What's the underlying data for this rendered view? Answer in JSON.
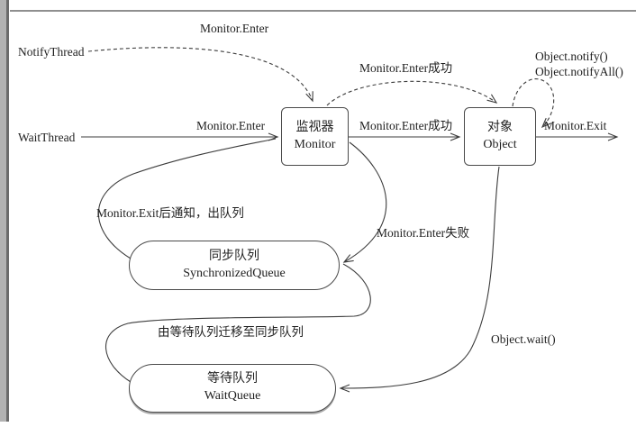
{
  "diagram": {
    "type": "state-diagram",
    "topic": "Java monitor wait/notify mechanism",
    "colors": {
      "background": "#ffffff",
      "line": "#3c3c3c",
      "node_border": "#4a4a4a",
      "frame_bar_outer": "#b2b2b2",
      "frame_bar_inner": "#6b6b6b",
      "top_rule": "#8f8f8f"
    },
    "actors": {
      "notify_thread": "NotifyThread",
      "wait_thread": "WaitThread"
    },
    "nodes": {
      "monitor": {
        "line1": "监视器",
        "line2": "Monitor"
      },
      "object": {
        "line1": "对象",
        "line2": "Object"
      },
      "sync_queue": {
        "line1": "同步队列",
        "line2": "SynchronizedQueue"
      },
      "wait_queue": {
        "line1": "等待队列",
        "line2": "WaitQueue"
      }
    },
    "edges": {
      "notify_enter": {
        "label": "Monitor.Enter",
        "style": "dashed",
        "from": "NotifyThread",
        "to": "Monitor"
      },
      "wait_enter": {
        "label": "Monitor.Enter",
        "style": "solid",
        "from": "WaitThread",
        "to": "Monitor"
      },
      "enter_success_top": {
        "label": "Monitor.Enter成功",
        "style": "dashed",
        "from": "Monitor",
        "to": "Object"
      },
      "enter_success": {
        "label": "Monitor.Enter成功",
        "style": "solid",
        "from": "Monitor",
        "to": "Object"
      },
      "object_notify": {
        "label_line1": "Object.notify()",
        "label_line2": "Object.notifyAll()",
        "style": "dashed",
        "from": "Object",
        "to": "Object"
      },
      "monitor_exit": {
        "label": "Monitor.Exit",
        "style": "solid",
        "from": "Object",
        "to": "exit"
      },
      "exit_notify_dequeue": {
        "label": "Monitor.Exit后通知，出队列",
        "style": "solid",
        "from": "SynchronizedQueue",
        "to": "Monitor"
      },
      "enter_fail": {
        "label": "Monitor.Enter失败",
        "style": "solid",
        "from": "Monitor",
        "to": "SynchronizedQueue"
      },
      "transfer": {
        "label": "由等待队列迁移至同步队列",
        "style": "solid",
        "from": "WaitQueue",
        "to": "SynchronizedQueue"
      },
      "object_wait": {
        "label": "Object.wait()",
        "style": "solid",
        "from": "Object",
        "to": "WaitQueue"
      }
    }
  }
}
